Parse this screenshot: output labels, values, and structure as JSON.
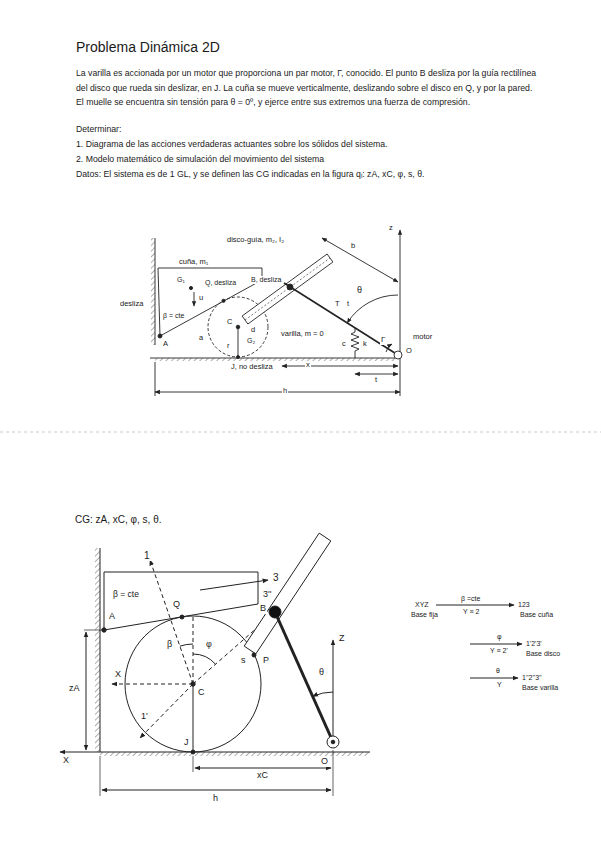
{
  "diagram": {
    "title": "Problema Dinámica 2D",
    "labels": [
      "La varilla es accionada por un motor que proporciona un par motor, Γ, conocido. El punto B desliza por la guía rectilínea del disco que rueda sin deslizar, en J. La cuña se mueve verticalmente, deslizando sobre el disco en Q, y por la pared. El muelle se encuentra sin tensión para θ = 0º, y ejerce entre sus extremos una fuerza de compresión.",
      "Determinar:",
      "1. Diagrama de las acciones verdaderas actuantes sobre los sólidos del sistema.",
      "2. Modelo matemático de simulación del movimiento del sistema",
      "Datos: El sistema es de 1 GL, y se definen las CG indicadas en la figura qᵢ: zA, xC, φ, s, θ.",
      "disco-guía, m₂, I₂",
      "b",
      "z",
      "cuña, m₁",
      "B, desliza",
      "θ",
      "G₁",
      "Q, desliza",
      "u",
      "desliza",
      "β = cte",
      "A",
      "a",
      "C",
      "d",
      "G₂",
      "r",
      "T",
      "t",
      "varilla, m = 0",
      "c",
      "k",
      "Γ",
      "motor",
      "O",
      "x",
      "J, no desliza",
      "t",
      "h",
      "CG: zA, xC, φ, s, θ.",
      "1",
      "β = cte",
      "3",
      "3''",
      "A",
      "Q",
      "P",
      "B",
      "β",
      "φ",
      "X",
      "C",
      "s",
      "1'",
      "J",
      "zA",
      "xC",
      "θ",
      "Z",
      "X",
      "O",
      "h",
      "XYZ",
      "Base fija",
      "β =cte",
      "123",
      "Y ≡ 2",
      "Base cuña",
      "φ",
      "1'2'3'",
      "Y ≡ 2'",
      "Base disco",
      "θ",
      "1''2''3''",
      "Y",
      "Base varilla"
    ]
  }
}
